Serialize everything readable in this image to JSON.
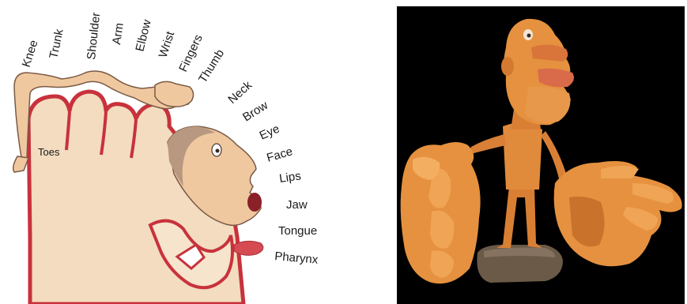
{
  "homunculus_diagram": {
    "body_part_labels": [
      "Knee",
      "Trunk",
      "Shoulder",
      "Arm",
      "Elbow",
      "Wrist",
      "Fingers",
      "Thumb",
      "Neck",
      "Brow",
      "Eye",
      "Face",
      "Lips",
      "Jaw",
      "Tongue",
      "Pharynx"
    ],
    "inner_label": "Toes",
    "colors": {
      "cortex_fill": "#f3dcc0",
      "cortex_stroke": "#c8323c",
      "skin": "#f0c8a0",
      "outline": "#7a5a45"
    }
  },
  "sculpture_photo": {
    "background": "#000000",
    "clay_color": "#e08a3c",
    "base_color": "#6b5a48"
  }
}
